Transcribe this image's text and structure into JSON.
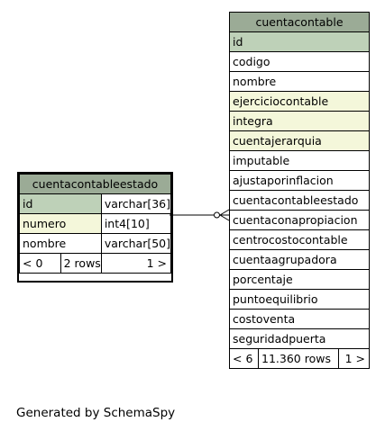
{
  "main_table": {
    "name": "cuentacontable",
    "columns": [
      {
        "name": "id",
        "kind": "pk"
      },
      {
        "name": "codigo",
        "kind": "plain"
      },
      {
        "name": "nombre",
        "kind": "plain"
      },
      {
        "name": "ejerciciocontable",
        "kind": "fk"
      },
      {
        "name": "integra",
        "kind": "fk"
      },
      {
        "name": "cuentajerarquia",
        "kind": "fk"
      },
      {
        "name": "imputable",
        "kind": "plain"
      },
      {
        "name": "ajustaporinflacion",
        "kind": "plain"
      },
      {
        "name": "cuentacontableestado",
        "kind": "plain"
      },
      {
        "name": "cuentaconapropiacion",
        "kind": "plain"
      },
      {
        "name": "centrocostocontable",
        "kind": "plain"
      },
      {
        "name": "cuentaagrupadora",
        "kind": "plain"
      },
      {
        "name": "porcentaje",
        "kind": "plain"
      },
      {
        "name": "puntoequilibrio",
        "kind": "plain"
      },
      {
        "name": "costoventa",
        "kind": "plain"
      },
      {
        "name": "seguridadpuerta",
        "kind": "plain"
      }
    ],
    "footer": {
      "parents": "< 6",
      "rows": "11.360 rows",
      "children": "1 >"
    }
  },
  "side_table": {
    "name": "cuentacontableestado",
    "columns": [
      {
        "name": "id",
        "type": "varchar[36]",
        "kind": "pk"
      },
      {
        "name": "numero",
        "type": "int4[10]",
        "kind": "fk"
      },
      {
        "name": "nombre",
        "type": "varchar[50]",
        "kind": "plain"
      }
    ],
    "footer": {
      "parents": "< 0",
      "rows": "2 rows",
      "children": "1 >"
    }
  },
  "generated_by": "Generated by SchemaSpy",
  "colors": {
    "title_bg": "#9bab96",
    "pk_bg": "#bed1b8",
    "fk_bg": "#f4f7da"
  }
}
